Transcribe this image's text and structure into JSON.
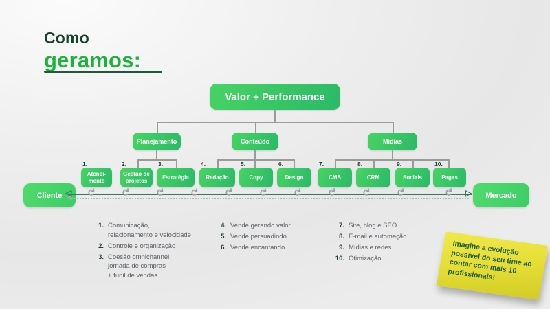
{
  "header": {
    "title_line1": "Como",
    "title_line2": "geramos:"
  },
  "tree": {
    "root": "Valor + Performance",
    "branches": [
      {
        "label": "Planejamento"
      },
      {
        "label": "Conteúdo"
      },
      {
        "label": "Mídias"
      }
    ],
    "items": [
      {
        "num": "1.",
        "label": "Atendi-\nmento"
      },
      {
        "num": "2.",
        "label": "Gestão de\nprojetos"
      },
      {
        "num": "3.",
        "label": "Estratégia"
      },
      {
        "num": "4.",
        "label": "Redação"
      },
      {
        "num": "5.",
        "label": "Copy"
      },
      {
        "num": "6.",
        "label": "Design"
      },
      {
        "num": "7.",
        "label": "CMS"
      },
      {
        "num": "8.",
        "label": "CRM"
      },
      {
        "num": "9.",
        "label": "Sociais"
      },
      {
        "num": "10.",
        "label": "Pagas"
      }
    ]
  },
  "flow": {
    "left_endpoint": "Cliente",
    "right_endpoint": "Mercado",
    "left_arrow_icon": "◁",
    "right_arrow_icon": "▷",
    "gray_arrow_icon": "◀",
    "loop_icon": "↻"
  },
  "legend": {
    "col1": [
      {
        "num": "1.",
        "text": "Comunicação,\nrelacionamento e velocidade"
      },
      {
        "num": "2.",
        "text": "Controle e organização"
      },
      {
        "num": "3.",
        "text": "Coesão omnichannel:\njornada de compras\n+ funil de vendas"
      }
    ],
    "col2": [
      {
        "num": "4.",
        "text": "Vende gerando valor"
      },
      {
        "num": "5.",
        "text": "Vende persuadindo"
      },
      {
        "num": "6.",
        "text": "Vende encantando"
      }
    ],
    "col3": [
      {
        "num": "7.",
        "text": "Site, blog e SEO"
      },
      {
        "num": "8.",
        "text": "E-mail e automação"
      },
      {
        "num": "9.",
        "text": "Mídias e redes"
      },
      {
        "num": "10.",
        "text": "Otimização"
      }
    ]
  },
  "sticky_note": {
    "text": "Imagine a evolução possível do seu time ao contar com mais 10 profissionais!"
  },
  "colors": {
    "title_dark_green": "#16402a",
    "title_bright_green": "#1eb23b",
    "box_gradient_start": "#47d463",
    "box_gradient_end": "#2ab968",
    "connector_gray": "#9b9b9b",
    "flow_line_green": "#37795a",
    "note_yellow": "#e8e13a",
    "note_text_green": "#1e5b33",
    "legend_text_gray": "#5d6166"
  }
}
